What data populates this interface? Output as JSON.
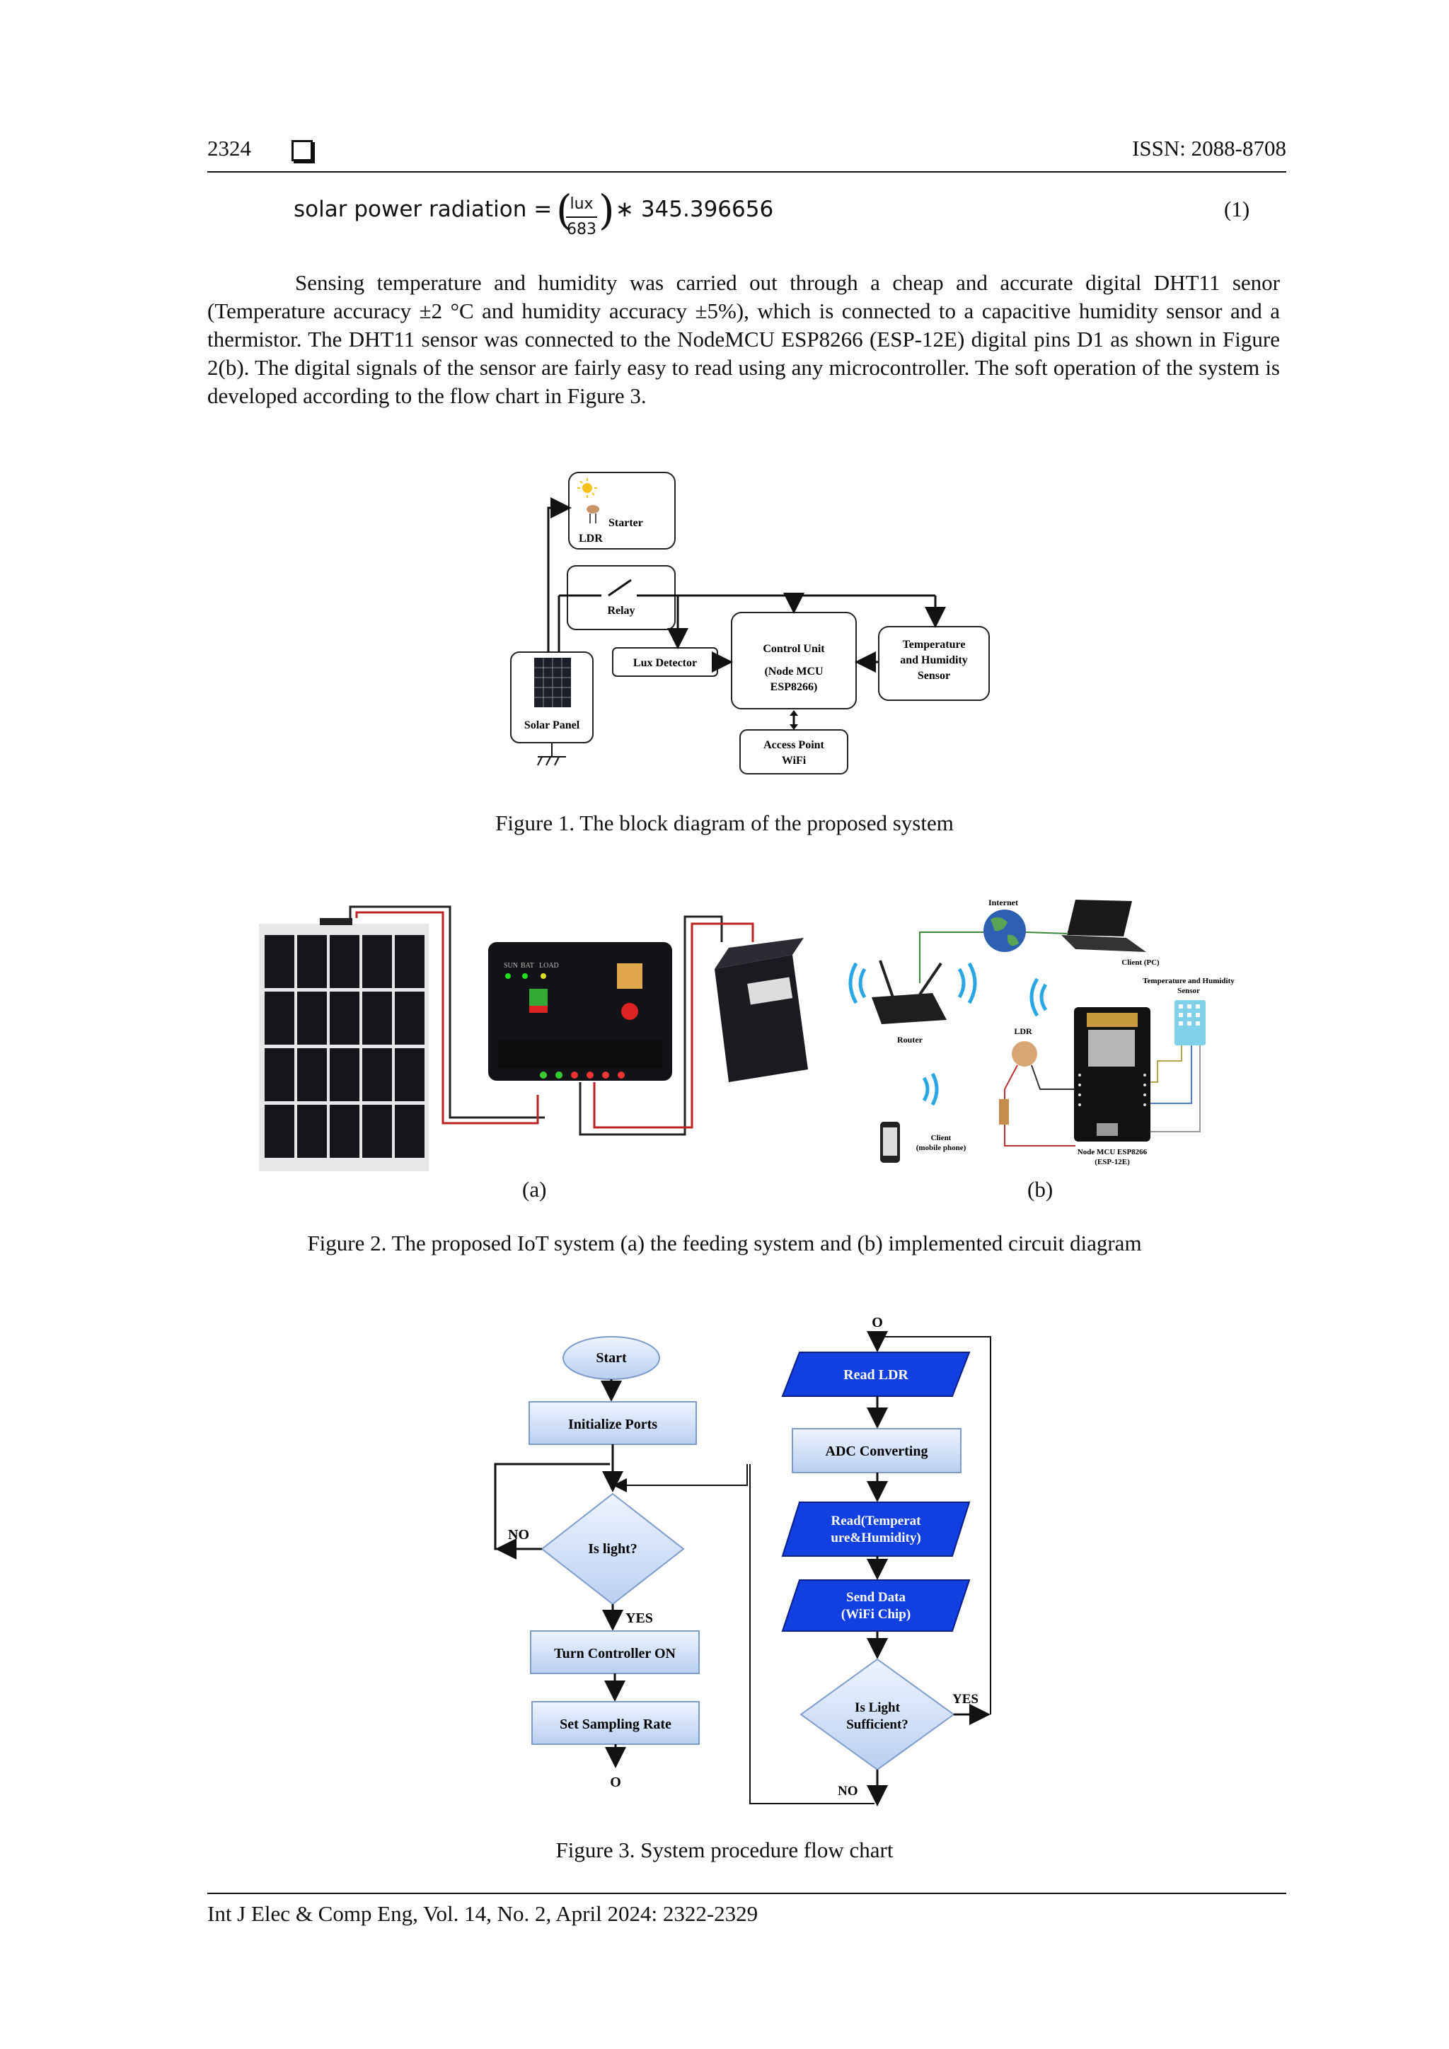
{
  "header": {
    "page_number": "2324",
    "issn": "ISSN: 2088-8708"
  },
  "equation": {
    "lhs": "solar power radiation =",
    "numerator": "lux",
    "denominator": "683",
    "rhs": "∗ 345.396656",
    "number": "(1)"
  },
  "paragraph": "Sensing temperature and humidity was carried out through a cheap and accurate digital DHT11 senor (Temperature accuracy ±2 °C and humidity accuracy ±5%), which is connected to a capacitive humidity sensor and a thermistor. The DHT11 sensor was connected to the NodeMCU ESP8266 (ESP-12E) digital pins D1 as shown in Figure 2(b). The digital signals of the sensor are fairly easy to read using any microcontroller. The soft operation of the system is developed according to the flow chart in Figure 3.",
  "figure1": {
    "caption": "Figure 1. The block diagram of the proposed system",
    "blocks": {
      "starter": "Starter",
      "ldr": "LDR",
      "relay": "Relay",
      "lux_detector": "Lux Detector",
      "control_unit": [
        "Control Unit",
        "(Node MCU",
        "ESP8266)"
      ],
      "temp_humidity": [
        "Temperature",
        "and Humidity",
        "Sensor"
      ],
      "solar_panel": "Solar Panel",
      "access_point": [
        "Access Point",
        "WiFi"
      ]
    }
  },
  "figure2": {
    "caption": "Figure 2. The proposed IoT system (a) the feeding system and (b) implemented circuit diagram",
    "label_a": "(a)",
    "label_b": "(b)",
    "controller_labels": {
      "sun": "SUN",
      "bat": "BAT",
      "load": "LOAD"
    },
    "labels_b": {
      "internet": "Internet",
      "client_pc": "Client (PC)",
      "temp_sensor": [
        "Temperature and Humidity",
        "Sensor"
      ],
      "router": "Router",
      "ldr": "LDR",
      "client_phone": [
        "Client",
        "(mobile phone)"
      ],
      "nodemcu": [
        "Node MCU ESP8266",
        "(ESP-12E)"
      ]
    }
  },
  "figure3": {
    "caption": "Figure 3. System procedure flow chart",
    "left": {
      "start": "Start",
      "init": "Initialize Ports",
      "decision": "Is light?",
      "no": "NO",
      "yes": "YES",
      "turn_on": "Turn Controller ON",
      "sampling": "Set Sampling Rate",
      "connector": "O"
    },
    "right": {
      "connector": "O",
      "read_ldr": "Read LDR",
      "adc": "ADC Converting",
      "read_th": [
        "Read(Temperat",
        "ure&Humidity)"
      ],
      "send": [
        "Send Data",
        "(WiFi Chip)"
      ],
      "decision": [
        "Is Light",
        "Sufficient?"
      ],
      "yes": "YES",
      "no": "NO"
    }
  },
  "footer": {
    "journal": "Int J Elec & Comp Eng, Vol. 14, No. 2, April 2024: 2322-2329"
  }
}
